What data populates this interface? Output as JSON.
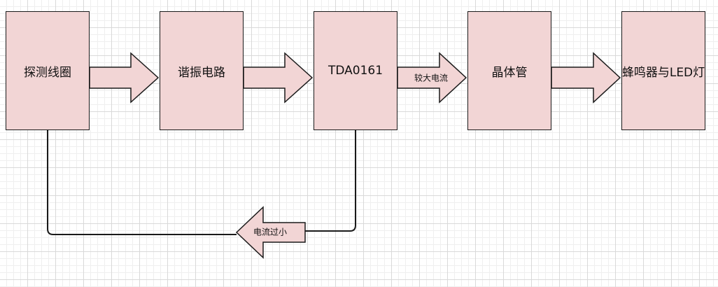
{
  "diagram": {
    "fill_color": "#f2d5d5",
    "stroke_color": "#1a1a1a",
    "blocks": [
      {
        "id": "coil",
        "label": "探测线圈"
      },
      {
        "id": "osc",
        "label": "谐振电路"
      },
      {
        "id": "tda",
        "label": "TDA0161"
      },
      {
        "id": "transistor",
        "label": "晶体管"
      },
      {
        "id": "output",
        "label": "蜂鸣器与LED灯"
      }
    ],
    "arrows": [
      {
        "from": "coil",
        "to": "osc",
        "label": ""
      },
      {
        "from": "osc",
        "to": "tda",
        "label": ""
      },
      {
        "from": "tda",
        "to": "transistor",
        "label": "较大电流"
      },
      {
        "from": "transistor",
        "to": "output",
        "label": ""
      }
    ],
    "feedback": {
      "from": "tda",
      "to": "coil",
      "label": "电流过小"
    }
  }
}
